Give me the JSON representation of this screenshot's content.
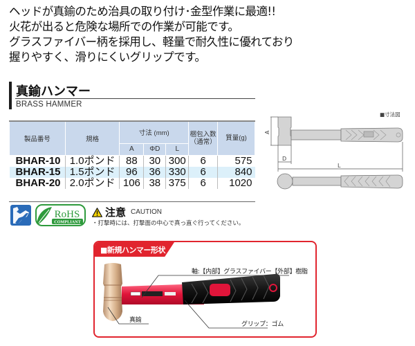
{
  "intro": {
    "lines": [
      "ヘッドが真鍮のため治具の取り付け･金型作業に最適!!",
      "火花が出ると危険な場所での作業が可能です。",
      "グラスファイバー柄を採用し、軽量で耐久性に優れており",
      "握りやすく、滑りにくいグリップです。"
    ]
  },
  "product": {
    "title_jp": "真鍮ハンマー",
    "title_en": "BRASS HAMMER"
  },
  "spec_table": {
    "headers": {
      "part_no": "製品番号",
      "spec": "規格",
      "dimensions": "寸法 (mm)",
      "dim_a": "A",
      "dim_d": "ΦD",
      "dim_l": "L",
      "pack_qty": "梱包入数（通常）",
      "weight": "質量(g)"
    },
    "rows": [
      {
        "part_no": "BHAR-10",
        "spec": "1.0ポンド",
        "a": "88",
        "d": "30",
        "l": "300",
        "pack": "6",
        "weight": "575"
      },
      {
        "part_no": "BHAR-15",
        "spec": "1.5ポンド",
        "a": "96",
        "d": "36",
        "l": "330",
        "pack": "6",
        "weight": "840"
      },
      {
        "part_no": "BHAR-20",
        "spec": "2.0ポンド",
        "a": "106",
        "d": "38",
        "l": "375",
        "pack": "6",
        "weight": "1020"
      }
    ]
  },
  "badges": {
    "rohs_main": "RoHS",
    "rohs_sub": "COMPLIANT"
  },
  "caution": {
    "icon": "warning-triangle-icon",
    "title_jp": "注意",
    "title_en": "CAUTION",
    "text": "・打撃時には、打撃面の中心で真っ直ぐ行ってください。"
  },
  "diagram": {
    "label": "■寸法図",
    "dim_a": "A",
    "dim_d": "D",
    "dim_l": "L"
  },
  "feature": {
    "tab_label": "■新規ハンマー形状",
    "callout_shaft": "軸:【内部】グラスファイバー【外部】樹脂",
    "callout_head": "真鍮",
    "callout_grip": "グリップ：ゴム"
  },
  "colors": {
    "accent_red": "#e1242e",
    "table_header": "#c9d8ec",
    "row_alt": "#dcf0fa",
    "rohs_green": "#2e9a3c",
    "tool_blue": "#2a6bb8"
  }
}
